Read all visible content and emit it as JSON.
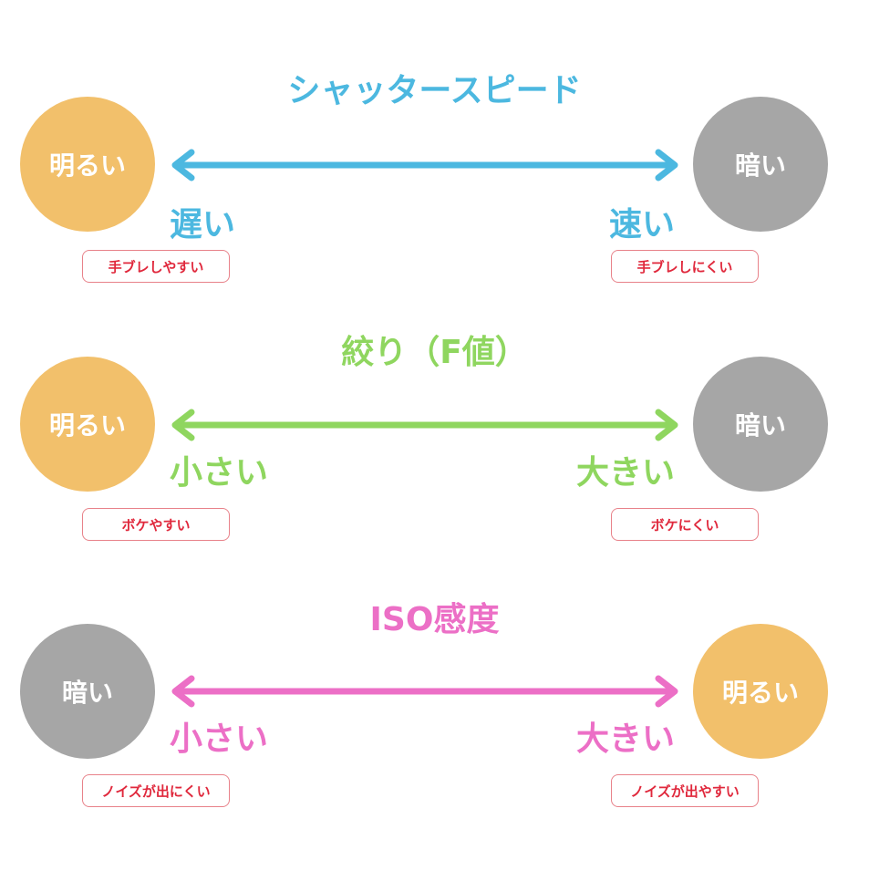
{
  "colors": {
    "shutter": "#4cb8e0",
    "aperture": "#8fd65f",
    "iso": "#ec6fc6",
    "bright_circle": "#f2c06b",
    "dark_circle": "#a6a6a6",
    "tag_text": "#e0283c",
    "tag_border": "#e8828a"
  },
  "sections": [
    {
      "title": "シャッタースピード",
      "left_circle": {
        "label": "明るい",
        "tone": "bright"
      },
      "right_circle": {
        "label": "暗い",
        "tone": "dark"
      },
      "left_label": "遅い",
      "right_label": "速い",
      "left_tag": "手ブレしやすい",
      "right_tag": "手ブレしにくい"
    },
    {
      "title": "絞り（F値）",
      "left_circle": {
        "label": "明るい",
        "tone": "bright"
      },
      "right_circle": {
        "label": "暗い",
        "tone": "dark"
      },
      "left_label": "小さい",
      "right_label": "大きい",
      "left_tag": "ボケやすい",
      "right_tag": "ボケにくい"
    },
    {
      "title": "ISO感度",
      "left_circle": {
        "label": "暗い",
        "tone": "dark"
      },
      "right_circle": {
        "label": "明るい",
        "tone": "bright"
      },
      "left_label": "小さい",
      "right_label": "大きい",
      "left_tag": "ノイズが出にくい",
      "right_tag": "ノイズが出やすい"
    }
  ]
}
